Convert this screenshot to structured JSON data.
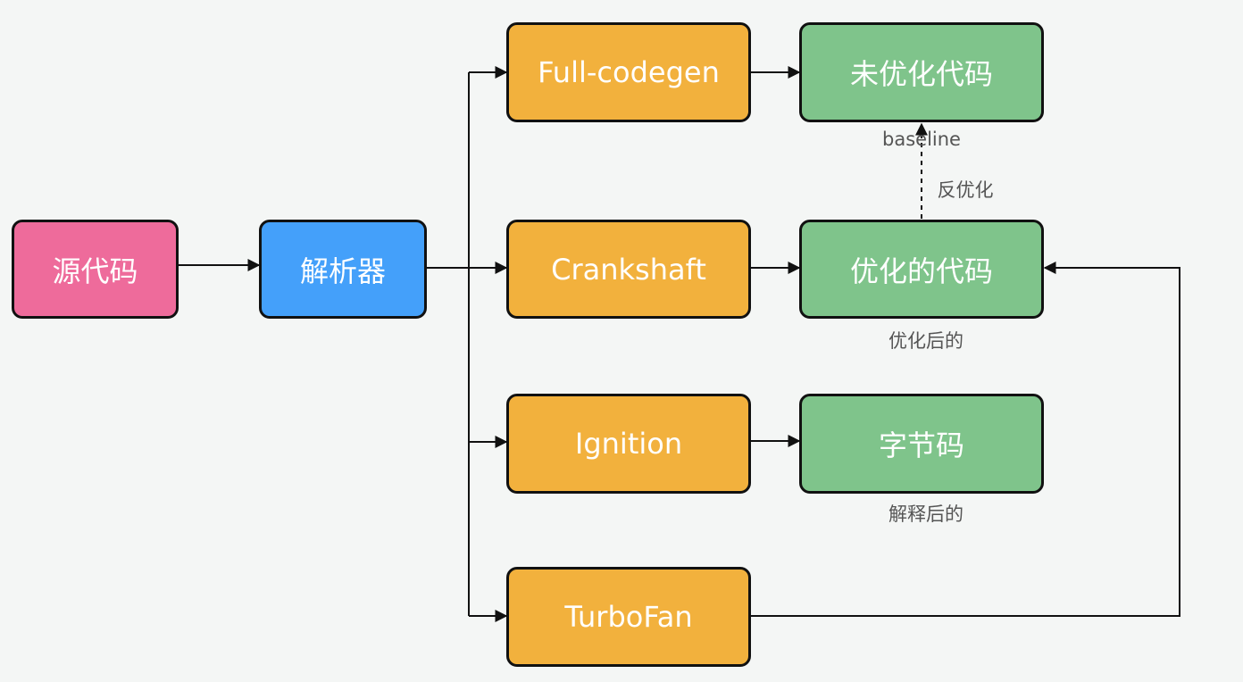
{
  "nodes": {
    "source": {
      "label": "源代码",
      "color": "#ee6b9b"
    },
    "parser": {
      "label": "解析器",
      "color": "#44a0fa"
    },
    "fullcodegen": {
      "label": "Full-codegen",
      "color": "#f2b13d"
    },
    "crankshaft": {
      "label": "Crankshaft",
      "color": "#f2b13d"
    },
    "ignition": {
      "label": "Ignition",
      "color": "#f2b13d"
    },
    "turbofan": {
      "label": "TurboFan",
      "color": "#f2b13d"
    },
    "unoptimized": {
      "label": "未优化代码",
      "color": "#7fc48b"
    },
    "optimized": {
      "label": "优化的代码",
      "color": "#7fc48b"
    },
    "bytecode": {
      "label": "字节码",
      "color": "#7fc48b"
    }
  },
  "labels": {
    "baseline": "baseline",
    "deopt": "反优化",
    "after_opt": "优化后的",
    "after_interp": "解释后的"
  },
  "edges": [
    {
      "from": "source",
      "to": "parser",
      "style": "solid"
    },
    {
      "from": "parser",
      "to": "fullcodegen",
      "style": "solid"
    },
    {
      "from": "parser",
      "to": "crankshaft",
      "style": "solid"
    },
    {
      "from": "parser",
      "to": "ignition",
      "style": "solid"
    },
    {
      "from": "parser",
      "to": "turbofan",
      "style": "solid"
    },
    {
      "from": "fullcodegen",
      "to": "unoptimized",
      "style": "solid"
    },
    {
      "from": "crankshaft",
      "to": "optimized",
      "style": "solid"
    },
    {
      "from": "ignition",
      "to": "bytecode",
      "style": "solid"
    },
    {
      "from": "turbofan",
      "to": "optimized",
      "style": "solid"
    },
    {
      "from": "optimized",
      "to": "unoptimized",
      "style": "dashed"
    }
  ]
}
